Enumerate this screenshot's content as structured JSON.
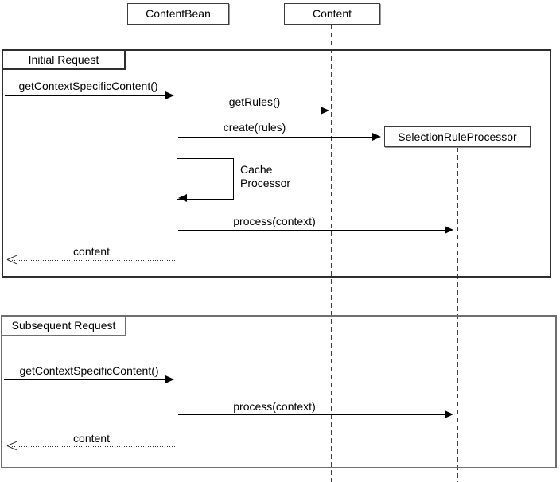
{
  "diagram": {
    "type": "uml-sequence",
    "actors": [
      {
        "id": "content-bean",
        "label": "ContentBean"
      },
      {
        "id": "content",
        "label": "Content"
      },
      {
        "id": "selection-rule-processor",
        "label": "SelectionRuleProcessor"
      }
    ],
    "frames": [
      {
        "title": "Initial Request",
        "messages": [
          {
            "label": "getContextSpecificContent()",
            "from": "client",
            "to": "ContentBean",
            "kind": "sync"
          },
          {
            "label": "getRules()",
            "from": "ContentBean",
            "to": "Content",
            "kind": "sync"
          },
          {
            "label": "create(rules)",
            "from": "ContentBean",
            "to": "SelectionRuleProcessor",
            "kind": "sync"
          },
          {
            "label": "Cache Processor",
            "from": "ContentBean",
            "to": "ContentBean",
            "kind": "self"
          },
          {
            "label": "process(context)",
            "from": "ContentBean",
            "to": "SelectionRuleProcessor",
            "kind": "sync"
          },
          {
            "label": "content",
            "from": "ContentBean",
            "to": "client",
            "kind": "return"
          }
        ]
      },
      {
        "title": "Subsequent Request",
        "messages": [
          {
            "label": "getContextSpecificContent()",
            "from": "client",
            "to": "ContentBean",
            "kind": "sync"
          },
          {
            "label": "process(context)",
            "from": "ContentBean",
            "to": "SelectionRuleProcessor",
            "kind": "sync"
          },
          {
            "label": "content",
            "from": "ContentBean",
            "to": "client",
            "kind": "return"
          }
        ]
      }
    ],
    "colors": {
      "line": "#000000",
      "text": "#000000",
      "background": "#ffffff",
      "frame_border": "#2e2e2e",
      "frame2_border": "#6e6e6e"
    }
  }
}
